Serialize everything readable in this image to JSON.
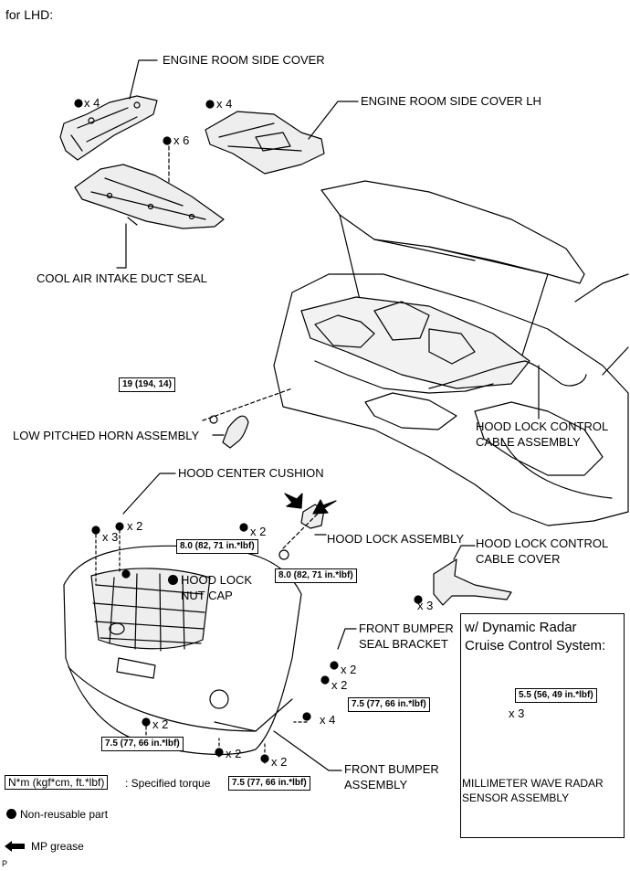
{
  "header": "for LHD:",
  "footer_code": "P",
  "labels": {
    "engine_room_side_cover": "ENGINE ROOM SIDE COVER",
    "engine_room_side_cover_lh": "ENGINE ROOM SIDE COVER LH",
    "cool_air_intake_duct_seal": "COOL AIR INTAKE DUCT SEAL",
    "low_pitched_horn_assembly": "LOW PITCHED HORN ASSEMBLY",
    "hood_lock_control_cable_assembly_1": "HOOD LOCK CONTROL",
    "hood_lock_control_cable_assembly_2": "CABLE ASSEMBLY",
    "hood_center_cushion": "HOOD CENTER CUSHION",
    "hood_lock_assembly": "HOOD LOCK ASSEMBLY",
    "hood_lock_control_cable_cover_1": "HOOD LOCK CONTROL",
    "hood_lock_control_cable_cover_2": "CABLE COVER",
    "hood_lock_nut_cap_1": "HOOD LOCK",
    "hood_lock_nut_cap_2": "NUT CAP",
    "front_bumper_seal_bracket_1": "FRONT BUMPER",
    "front_bumper_seal_bracket_2": "SEAL BRACKET",
    "front_bumper_assembly_1": "FRONT BUMPER",
    "front_bumper_assembly_2": "ASSEMBLY"
  },
  "quantities": {
    "side_cover_clips": "x 4",
    "side_cover_lh_clips": "x 4",
    "duct_seal_clips": "x 6",
    "center_cushion": "x 2",
    "bumper_top_clips": "x 3",
    "hood_lock_bolts": "x 2",
    "cable_cover_clips": "x 3",
    "seal_bracket_clips": "x 2",
    "seal_bracket_bolts": "x 2",
    "bumper_side_screws": "x 4",
    "bumper_lower_bolts": "x 2",
    "bumper_bottom_clips_left": "x 2",
    "bumper_bottom_clips_right": "x 2",
    "radar_bolts": "x 3"
  },
  "torques": {
    "horn": "19 (194, 14)",
    "hood_lock_bolt": "8.0 (82, 71 in.*lbf)",
    "hood_lock_nut": "8.0 (82, 71 in.*lbf)",
    "seal_bracket": "7.5 (77, 66 in.*lbf)",
    "bumper_lower": "7.5 (77, 66 in.*lbf)",
    "bumper_bottom": "7.5 (77, 66 in.*lbf)",
    "radar": "5.5 (56, 49 in.*lbf)"
  },
  "inset": {
    "title_1": "w/ Dynamic Radar",
    "title_2": "Cruise Control System:",
    "part_1": "MILLIMETER WAVE RADAR",
    "part_2": "SENSOR ASSEMBLY"
  },
  "legend": {
    "torque_unit": "N*m (kgf*cm, ft.*lbf)",
    "torque_desc": ": Specified torque",
    "non_reusable": "Non-reusable part",
    "mp_grease": "MP grease"
  }
}
